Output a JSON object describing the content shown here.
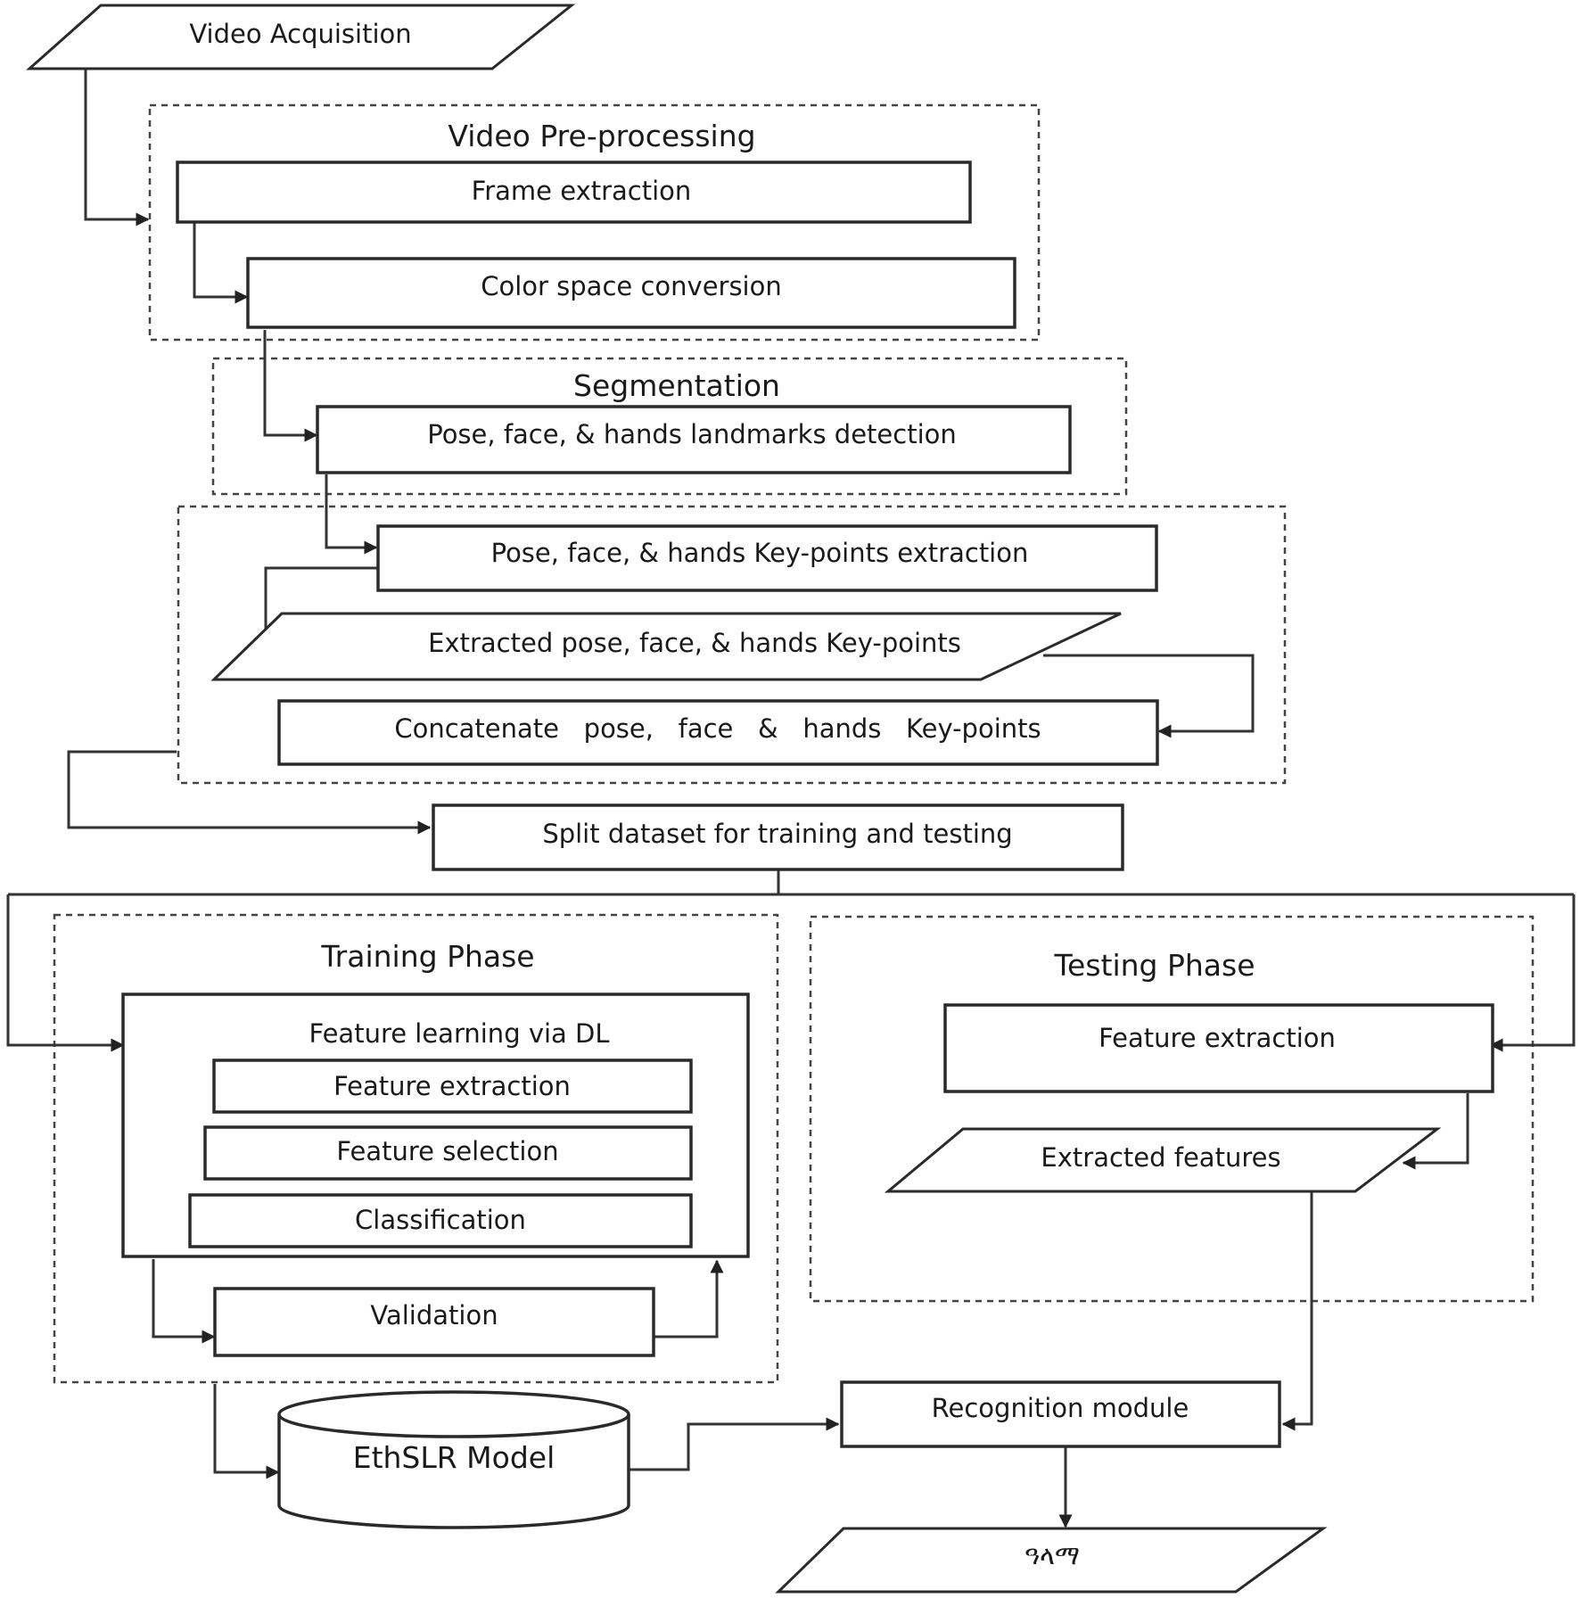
{
  "nodes": {
    "video_acquisition": "Video Acquisition",
    "frame_extraction": "Frame extraction",
    "color_space_conversion": "Color space conversion",
    "landmarks_detection": "Pose, face, & hands landmarks detection",
    "keypoints_extraction": "Pose, face, & hands Key-points extraction",
    "extracted_keypoints": "Extracted pose, face, & hands Key-points",
    "concatenate_keypoints": "Concatenate   pose,   face   &   hands   Key-points",
    "split_dataset": "Split dataset for training and testing",
    "feature_learning": "Feature learning via DL",
    "train_feature_extraction": "Feature extraction",
    "feature_selection": "Feature selection",
    "classification": "Classification",
    "validation": "Validation",
    "test_feature_extraction": "Feature extraction",
    "extracted_features": "Extracted features",
    "model": "EthSLR Model",
    "recognition_module": "Recognition module",
    "output": "ዓላማ"
  },
  "groups": {
    "video_preprocessing": "Video Pre-processing",
    "segmentation": "Segmentation",
    "training_phase": "Training Phase",
    "testing_phase": "Testing Phase"
  },
  "colors": {
    "stroke": "#2a2a2a",
    "background": "#ffffff"
  }
}
